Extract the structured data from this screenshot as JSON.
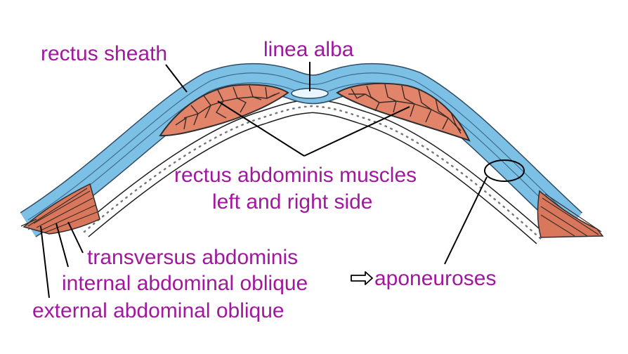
{
  "labels": {
    "rectus_sheath": "rectus sheath",
    "linea_alba": "linea alba",
    "rectus_muscles_line1": "rectus abdominis muscles",
    "rectus_muscles_line2": "left and right side",
    "transversus": "transversus abdominis",
    "internal_oblique": "internal abdominal oblique",
    "external_oblique": "external abdominal oblique",
    "aponeuroses": "aponeuroses"
  },
  "colors": {
    "label_text": "#a0189e",
    "sheath_blue": "#7cc0e6",
    "sheath_dark": "#2f4a63",
    "muscle": "#e2846a",
    "muscle_lines": "#3a2a24",
    "linea_alba": "#eaf6fd",
    "outline": "#000000",
    "dots": "#777777"
  }
}
